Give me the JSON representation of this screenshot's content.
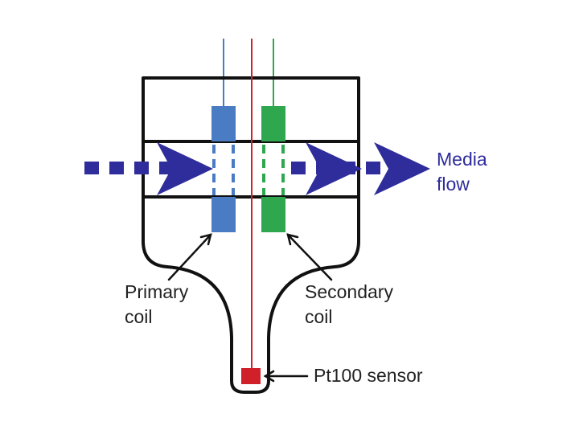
{
  "labels": {
    "media_flow": [
      "Media",
      "flow"
    ],
    "primary_coil": [
      "Primary",
      "coil"
    ],
    "secondary_coil": [
      "Secondary",
      "coil"
    ],
    "sensor": "Pt100 sensor"
  },
  "colors": {
    "outline": "#111111",
    "primary_coil": "#4a7cc4",
    "secondary_coil": "#2fa74f",
    "sensor": "#d0202a",
    "flow": "#2e2d9b",
    "text": "#222222"
  }
}
